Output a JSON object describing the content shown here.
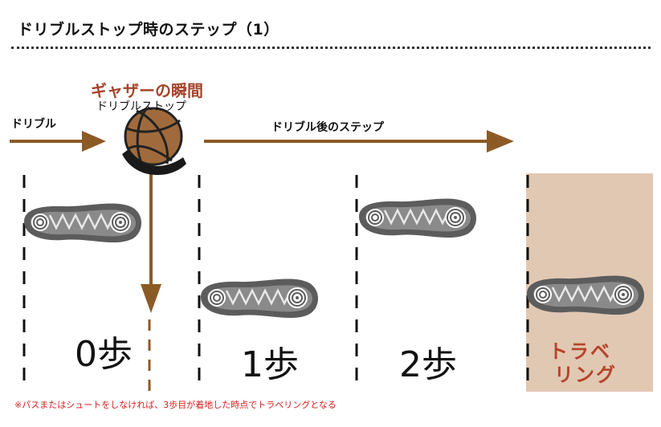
{
  "title": "ドリブルストップ時のステップ（1）",
  "labels": {
    "dribble": "ドリブル",
    "gather_moment": "ギャザーの瞬間",
    "dribble_stop": "ドリブルストップ",
    "after_dribble": "ドリブル後のステップ"
  },
  "steps": [
    "0歩",
    "1歩",
    "2歩"
  ],
  "traveling": {
    "line1": "トラベ",
    "line2": "リング"
  },
  "note": "※パスまたはシュートをしなければ、3歩目が着地した時点でトラベリングとなる",
  "colors": {
    "arrow": "#8c5a25",
    "accent_text": "#a4452c",
    "traveling_bg": "#e1c8b3",
    "note_text": "#d42020",
    "footprint": "#5c5c5c"
  },
  "icons": [
    "basketball-icon",
    "hand-icon",
    "footprint-icon"
  ]
}
